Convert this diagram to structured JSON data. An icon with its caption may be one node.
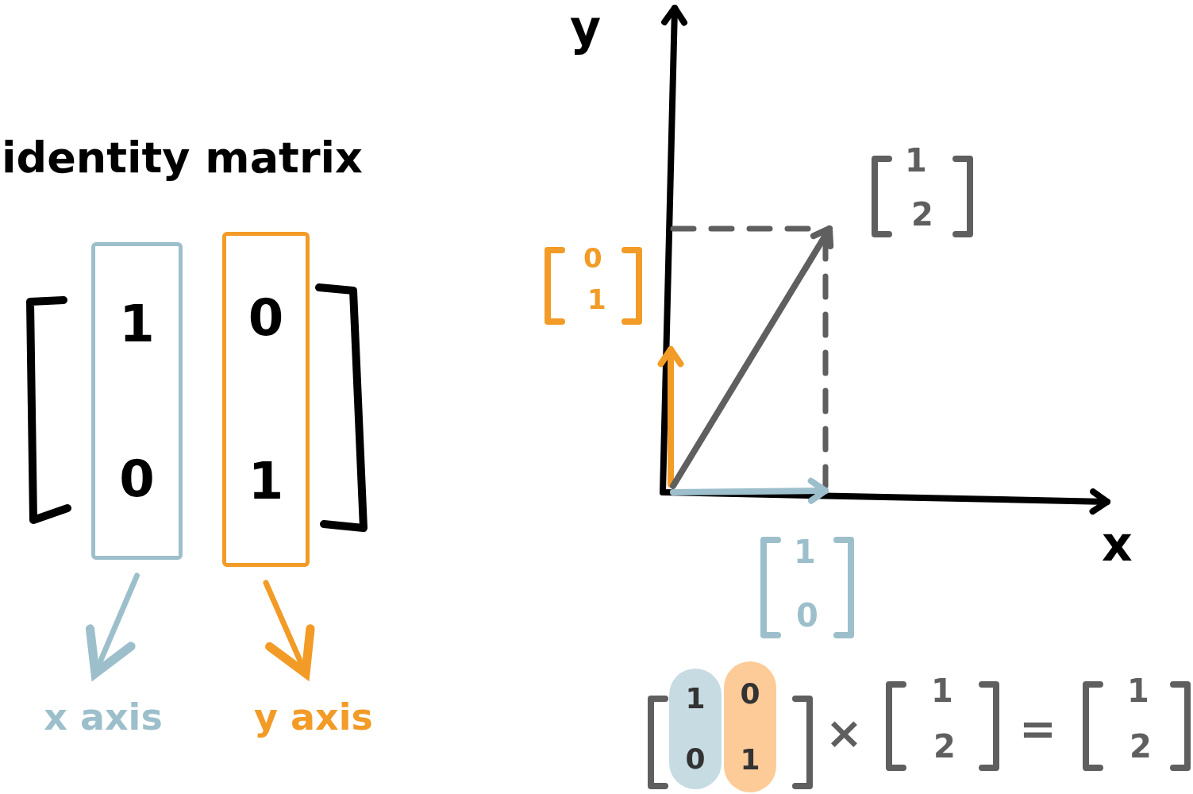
{
  "diagram": {
    "title": "identity matrix",
    "nodes": [
      {
        "text": [
          "1",
          "0"
        ]
      },
      {
        "text": [
          "0",
          "1"
        ]
      },
      {
        "text": [
          "x axis"
        ]
      },
      {
        "text": [
          "y axis"
        ]
      },
      {
        "text": [
          "1",
          "0"
        ]
      },
      {
        "text": [
          "0",
          "1"
        ]
      }
    ],
    "edges": [
      {
        "from": 0,
        "to": 2,
        "arrow": "to",
        "color": "#9dbfcc"
      },
      {
        "from": 1,
        "to": 3,
        "arrow": "to",
        "color": "#f29b26"
      }
    ],
    "labels": [
      "y",
      "0",
      "1",
      "1",
      "2",
      "x",
      "1",
      "0",
      "×",
      "1",
      "2",
      "=",
      "1",
      "2"
    ]
  }
}
